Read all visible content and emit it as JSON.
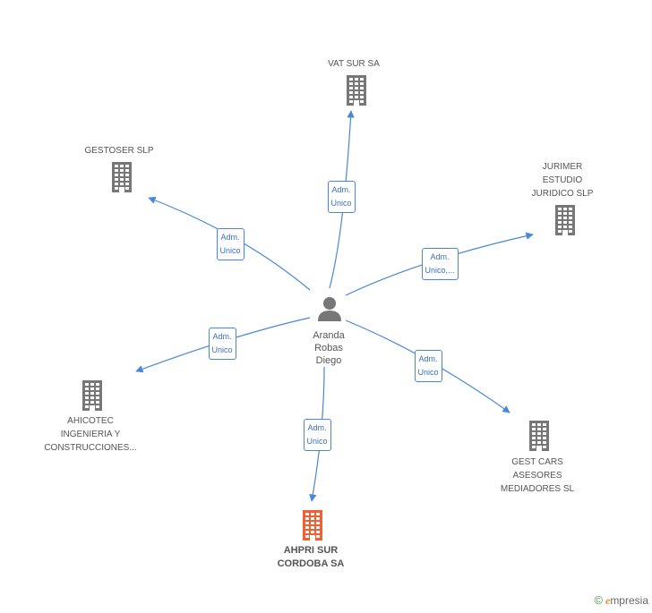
{
  "colors": {
    "edge": "#4a86d9",
    "building": "#777777",
    "highlight": "#f06032"
  },
  "center": {
    "name": "Aranda\nRobas\nDiego",
    "icon": "person-icon"
  },
  "nodes": [
    {
      "id": "vat",
      "name": "VAT SUR SA",
      "icon": "building-icon",
      "edge_label": "Adm.\nUnico"
    },
    {
      "id": "gestoser",
      "name": "GESTOSER  SLP",
      "icon": "building-icon",
      "edge_label": "Adm.\nUnico"
    },
    {
      "id": "jurimer",
      "name": "JURIMER\nESTUDIO\nJURIDICO SLP",
      "icon": "building-icon",
      "edge_label": "Adm.\nUnico,..."
    },
    {
      "id": "ahicotec",
      "name": "AHICOTEC\nINGENIERIA Y\nCONSTRUCCIONES...",
      "icon": "building-icon",
      "edge_label": "Adm.\nUnico"
    },
    {
      "id": "gestcars",
      "name": "GEST CARS\nASESORES\nMEDIADORES SL",
      "icon": "building-icon",
      "edge_label": "Adm.\nUnico"
    },
    {
      "id": "ahpri",
      "name": "AHPRI SUR\nCORDOBA SA",
      "icon": "building-icon",
      "edge_label": "Adm.\nUnico",
      "highlight": true
    }
  ],
  "brand": {
    "copyright": "©",
    "initial": "e",
    "rest": "mpresia"
  }
}
